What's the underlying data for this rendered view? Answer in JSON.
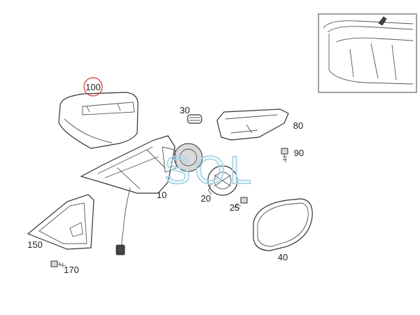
{
  "watermark": {
    "text": "SOL"
  },
  "callouts": {
    "p100": "100",
    "p30": "30",
    "p80": "80",
    "p90": "90",
    "p10": "10",
    "p20": "20",
    "p25": "25",
    "p150": "150",
    "p40": "40",
    "p170": "170"
  },
  "colors": {
    "highlight_circle": "#e03030",
    "watermark": "#a9d8ea"
  }
}
